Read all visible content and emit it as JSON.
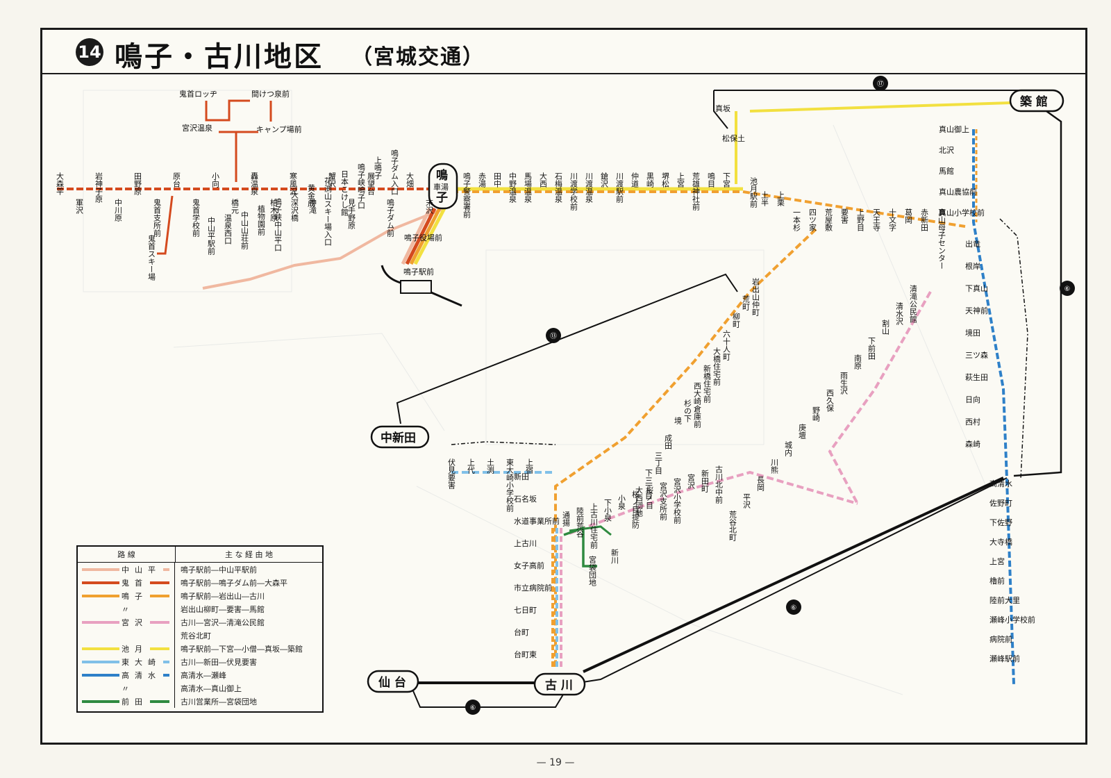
{
  "header": {
    "number": "14",
    "title": "鳴子・古川地区",
    "operator": "（宮城交通）"
  },
  "page_number": "— 19 —",
  "hubs": {
    "naruko_line1": "鳴",
    "naruko_line2": "子",
    "naruko_sub": "車湯",
    "yakata": "築 館",
    "nakashinden": "中新田",
    "sendai": "仙 台",
    "furukawa": "古 川"
  },
  "highways": [
    "⑰",
    "⑬",
    "⑥",
    "⑥",
    "⑥"
  ],
  "legend": {
    "header_route": "路 線",
    "header_via": "主 な 経 由 地",
    "rows": [
      {
        "name": "中山平",
        "via": "鳴子駅前―中山平駅前",
        "color": "#f0b8a0"
      },
      {
        "name": "鬼首",
        "via": "鳴子駅前―鳴子ダム前―大森平",
        "color": "#d44a1e"
      },
      {
        "name": "鳴子",
        "via": "鳴子駅前―岩出山―古川",
        "color": "#f0a030"
      },
      {
        "name": "〃",
        "via": "岩出山柳町―要害―馬館",
        "color": ""
      },
      {
        "name": "宮沢",
        "via": "古川―宮沢―清滝公民館",
        "color": "#e8a0c0"
      },
      {
        "name": "",
        "via": "荒谷北町",
        "color": ""
      },
      {
        "name": "池月",
        "via": "鳴子駅前―下宮―小僧―真坂―築館",
        "color": "#f2e040"
      },
      {
        "name": "東大崎",
        "via": "古川―新田―伏見要害",
        "color": "#80c0e8"
      },
      {
        "name": "高清水",
        "via": "高清水―瀬峰",
        "color": "#2e80c8"
      },
      {
        "name": "〃",
        "via": "高清水―真山御上",
        "color": ""
      },
      {
        "name": "前田",
        "via": "古川営業所―宮袋団地",
        "color": "#2f8a40"
      }
    ]
  },
  "stops": {
    "onikobe_h": [
      "大森平",
      "軍沢",
      "岩神子原",
      "中川原",
      "田野原",
      "鬼首支所前",
      "原台",
      "鬼首学校前",
      "小向",
      "橋元",
      "轟温泉",
      "柏木原",
      "寒風沢",
      "神滝",
      "蟹沢",
      "見手野原",
      "展望台",
      "鳴子ダム前",
      "大畑",
      "末沢"
    ],
    "onikobe_branch": [
      "鬼首ロッヂ",
      "間けつ泉前",
      "宮沢温泉",
      "キャンプ場前",
      "鬼首スキー場"
    ],
    "nakayama": [
      "鳴子ダム入口",
      "上鳴子",
      "鳴子峡鳴子口",
      "日本こけし館",
      "花渕山スキー場入口",
      "黄金成",
      "大深沢橋",
      "鳴子峡中山平口",
      "植物園前",
      "中山山荘前",
      "温泉西口",
      "中山平駅前"
    ],
    "ikezuki_h": [
      "鳴子警察署前",
      "赤湯",
      "田中",
      "中野温泉",
      "馬場温泉",
      "大西",
      "石梅温泉",
      "川渡学校前",
      "川渡温泉",
      "鎗沢",
      "川渡駅前",
      "仲道",
      "黒崎",
      "堺松",
      "上宮",
      "荒雄神社前",
      "鳴目",
      "下宮"
    ],
    "misc": [
      "鳴子役場前",
      "鳴子駅前",
      "池月駅前",
      "土半",
      "上栗",
      "一本杉",
      "四ツ家",
      "荒屋敷",
      "要害",
      "上野目",
      "天王寺",
      "十文字",
      "葛岡",
      "赤新田",
      "真山母子センター",
      "真坂",
      "松保土"
    ],
    "takashimizu": [
      "真山御上",
      "北沢",
      "馬館",
      "真山農協前",
      "真山小学校前",
      "出竜",
      "根岸",
      "下真山",
      "天神前",
      "境田",
      "三ツ森",
      "萩生田",
      "日向",
      "西村",
      "森崎",
      "高清水",
      "佐野町",
      "下佐野",
      "大寺橋",
      "上宮",
      "櫓前",
      "陸前大里",
      "瀬峰小学校前",
      "病院前",
      "瀬峰駅前"
    ],
    "naruko_line": [
      "岩出山仲町",
      "荒町",
      "柳町",
      "六十人町",
      "大橋住宅前",
      "新橋住宅前",
      "西大崎倉庫前",
      "杉の下",
      "境",
      "成田",
      "三丁目",
      "下三丁目",
      "大西団地",
      "新田",
      "石名坂",
      "水道事業所前",
      "上古川",
      "女子高前",
      "市立病院前",
      "七日町",
      "台町",
      "台町東"
    ],
    "miyazawa": [
      "清滝公民館",
      "清水沢",
      "割山",
      "下前田",
      "南原",
      "雨生沢",
      "西久保",
      "野崎",
      "庚壇",
      "城内",
      "川熊",
      "長岡",
      "平沢",
      "荒谷北町",
      "古川北中前",
      "新田町",
      "宮沢",
      "宮沢小学校前",
      "宮沢支所前",
      "桜ノ目",
      "桜ノ目提防",
      "小泉",
      "下小泉",
      "上古川住宅前",
      "陸前荒谷",
      "通揚"
    ],
    "higashiosaki": [
      "伏見要害",
      "上代",
      "土渕",
      "東大崎小学校前",
      "上宿"
    ],
    "maeda": [
      "新川",
      "宮袋団地"
    ]
  }
}
